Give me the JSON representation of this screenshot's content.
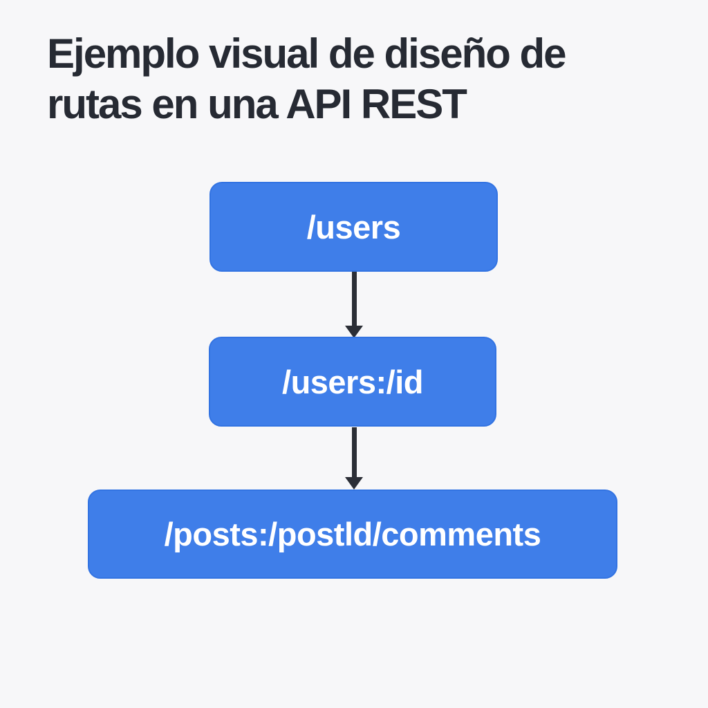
{
  "title": {
    "line1": "Ejemplo visual de diseño de",
    "line2": "rutas en una API REST",
    "full": "Ejemplo visual de diseño de rutas en una API REST"
  },
  "diagram": {
    "nodes": [
      {
        "label": "/users"
      },
      {
        "label": "/users:/id"
      },
      {
        "label": "/posts:/postld/comments"
      }
    ],
    "arrows": [
      {
        "from": "/users",
        "to": "/users:/id",
        "direction": "down"
      },
      {
        "from": "/users:/id",
        "to": "/posts:/postld/comments",
        "direction": "down"
      }
    ]
  },
  "colors": {
    "background": "#f7f7f9",
    "node_fill": "#3f7ee9",
    "node_border": "#3273e2",
    "node_text": "#ffffff",
    "title_text": "#262a33",
    "arrow": "#2b2e36"
  }
}
